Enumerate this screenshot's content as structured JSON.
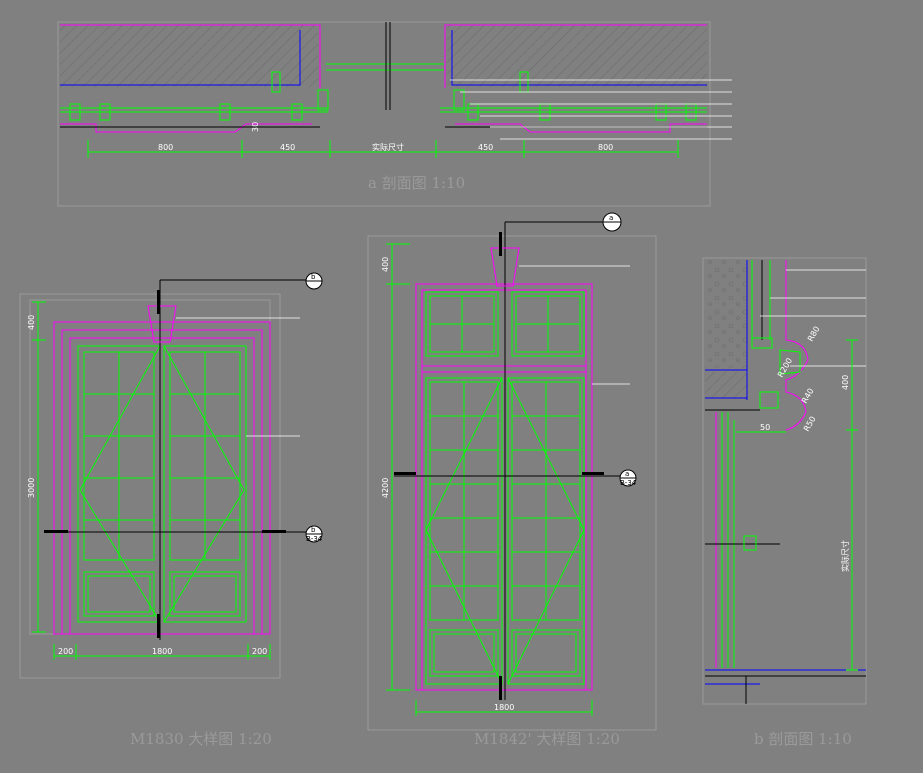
{
  "section_a": {
    "title": "a 剖面图  1:10",
    "dims": {
      "d1": "800",
      "d2": "450",
      "d3": "实际尺寸",
      "d4": "450",
      "d5": "800",
      "d6": "30"
    }
  },
  "elevation_m1830": {
    "title": "M1830 大样图  1:20",
    "dims": {
      "top": "400",
      "height": "3000",
      "left": "200",
      "width": "1800",
      "right": "200"
    },
    "marker_top": {
      "letter": "b",
      "sheet": "—"
    },
    "marker_mid": {
      "letter": "b",
      "sheet": "B-34"
    }
  },
  "elevation_m1842": {
    "title": "M1842' 大样图  1:20",
    "dims": {
      "top": "400",
      "height": "4200",
      "width": "1800"
    },
    "marker_top": {
      "letter": "a",
      "sheet": "—"
    },
    "marker_mid": {
      "letter": "a",
      "sheet": "B-34"
    }
  },
  "section_b": {
    "title": "b 剖面图  1:10",
    "dims": {
      "r1": "R80",
      "r2": "R200",
      "r3": "R40",
      "r4": "R50",
      "h": "400",
      "w": "50",
      "actual": "实际尺寸"
    }
  }
}
